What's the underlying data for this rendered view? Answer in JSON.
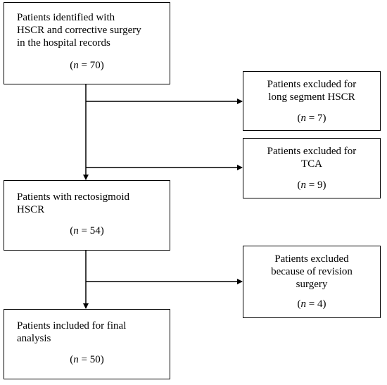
{
  "boxes": {
    "identified": {
      "lines": [
        "Patients identified with",
        "HSCR and corrective surgery",
        "in the hospital records"
      ],
      "n_symbol": "n",
      "n_value": "= 70"
    },
    "long_segment": {
      "lines": [
        "Patients excluded for",
        "long segment HSCR"
      ],
      "n_symbol": "n",
      "n_value": "= 7"
    },
    "tca": {
      "lines": [
        "Patients excluded for",
        "TCA"
      ],
      "n_symbol": "n",
      "n_value": "= 9"
    },
    "rectosigmoid": {
      "lines": [
        "Patients with rectosigmoid",
        "HSCR"
      ],
      "n_symbol": "n",
      "n_value": "= 54"
    },
    "revision": {
      "lines": [
        "Patients excluded",
        "because of revision",
        "surgery"
      ],
      "n_symbol": "n",
      "n_value": "= 4"
    },
    "final": {
      "lines": [
        "Patients included for final",
        "analysis"
      ],
      "n_symbol": "n",
      "n_value": "= 50"
    }
  },
  "style": {
    "line_color": "#000000",
    "box_fill": "#ffffff"
  }
}
